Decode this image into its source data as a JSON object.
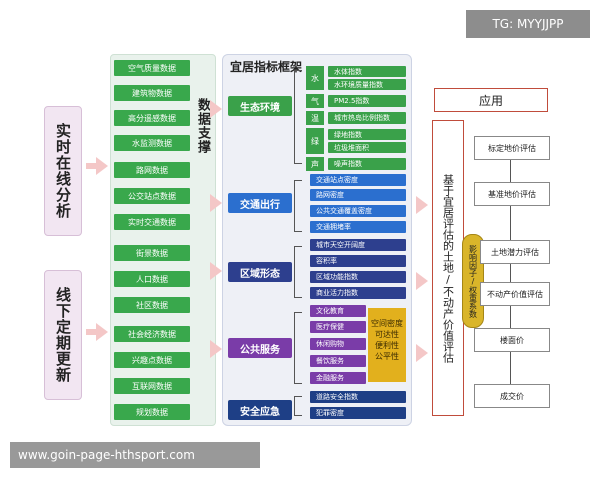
{
  "left": {
    "realtime": "实时在线分析",
    "offline": "线下定期更新"
  },
  "data_support": {
    "title": "数据支撑",
    "items": [
      "空气质量数据",
      "建筑物数据",
      "高分遥感数据",
      "水监测数据",
      "路网数据",
      "公交站点数据",
      "实时交通数据",
      "街景数据",
      "人口数据",
      "社区数据",
      "社会经济数据",
      "兴趣点数据",
      "互联网数据",
      "规划数据"
    ]
  },
  "framework": {
    "title": "宜居指标框架",
    "categories": {
      "eco": "生态环境",
      "traffic": "交通出行",
      "form": "区域形态",
      "public": "公共服务",
      "safety": "安全应急"
    },
    "eco_letters": [
      "水",
      "气",
      "温",
      "绿",
      "声"
    ],
    "eco_items": [
      "水体指数",
      "水环境质量指数",
      "PM2.5指数",
      "城市热岛比例指数",
      "绿地指数",
      "垃圾堆面积",
      "噪声指数"
    ],
    "traffic_items": [
      "交通站点密度",
      "路网密度",
      "公共交通覆盖密度",
      "交通拥堵率"
    ],
    "form_items": [
      "城市天空开阔度",
      "容积率",
      "区域功能指数",
      "商业活力指数"
    ],
    "public_items": [
      "文化教育",
      "医疗保健",
      "休闲购物",
      "餐饮服务",
      "金融服务"
    ],
    "public_side": "空间密度 可达性 便利性 公平性",
    "safety_items": [
      "道路安全指数",
      "犯罪密度"
    ]
  },
  "application": {
    "title": "应用",
    "core": "基于宜居评估的土地/不动产价值评估",
    "factor": "影响因子/权重系数",
    "evals": [
      "标定地价评估",
      "基准地价评估",
      "土地潜力评估",
      "不动产价值评估",
      "楼面价",
      "成交价"
    ]
  },
  "watermarks": {
    "top_right": "TG: MYYJJPP",
    "bottom_left": "www.goin-page-hthsport.com"
  },
  "colors": {
    "data_green": "#39a84c",
    "eco_green": "#3aa14a",
    "traffic_blue": "#2b6fcf",
    "form_navy": "#2d3f8e",
    "public_purple": "#7a3ca8",
    "public_gold": "#e2b01d",
    "safety_blue": "#1e3f86",
    "accent_red": "#c04c3b"
  }
}
